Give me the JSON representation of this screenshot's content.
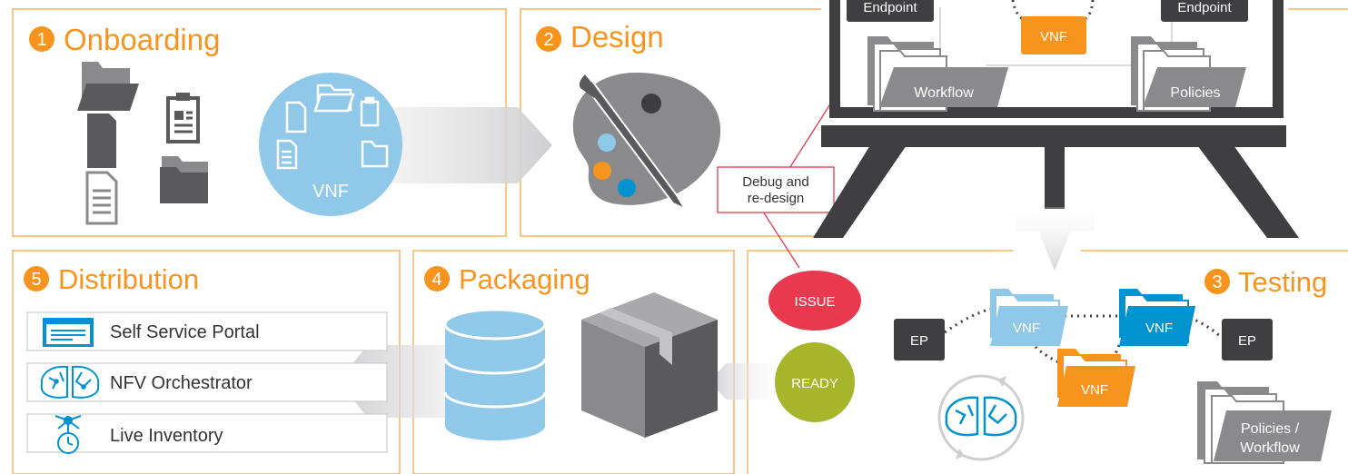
{
  "colors": {
    "orange": "#f7941d",
    "panel_border": "#f5b45e",
    "blue_light": "#8fc8e8",
    "blue": "#0093d0",
    "grey_dark": "#5a5a5c",
    "grey": "#8a8a8c",
    "issue_red": "#e8394e",
    "ready_green": "#a7b52a"
  },
  "sections": {
    "onboarding": {
      "num": "1",
      "title": "Onboarding",
      "vnf_label": "VNF"
    },
    "design": {
      "num": "2",
      "title": "Design"
    },
    "testing": {
      "num": "3",
      "title": "Testing"
    },
    "packaging": {
      "num": "4",
      "title": "Packaging"
    },
    "distribution": {
      "num": "5",
      "title": "Distribution"
    }
  },
  "board": {
    "endpoint_left": "Endpoint",
    "endpoint_right": "Endpoint",
    "vnf": "VNF",
    "workflow": "Workflow",
    "policies": "Policies"
  },
  "debug": {
    "line1": "Debug and",
    "line2": "re-design"
  },
  "status": {
    "issue": "ISSUE",
    "ready": "READY"
  },
  "testing_diagram": {
    "ep_left": "EP",
    "ep_right": "EP",
    "vnf_a": "VNF",
    "vnf_b": "VNF",
    "vnf_c": "VNF",
    "policies_line1": "Policies /",
    "policies_line2": "Workflow"
  },
  "distribution_items": [
    {
      "label": "Self Service Portal",
      "icon": "portal-icon"
    },
    {
      "label": "NFV Orchestrator",
      "icon": "brain-icon"
    },
    {
      "label": "Live Inventory",
      "icon": "inventory-icon"
    }
  ]
}
